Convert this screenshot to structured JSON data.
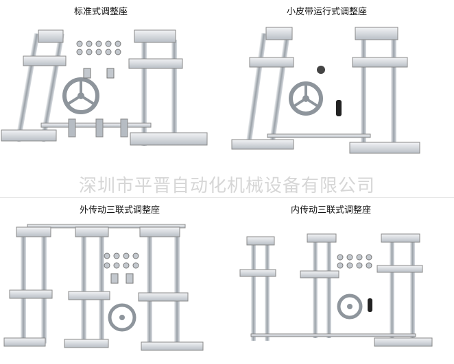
{
  "captions": {
    "top_left": "标准式调整座",
    "top_right": "小皮带运行式调整座",
    "bottom_left": "外传动三联式调整座",
    "bottom_right": "内传动三联式调整座"
  },
  "watermark": "深圳市平晋自动化机械设备有限公司",
  "colors": {
    "background": "#ffffff",
    "metal_light": "#d9dde2",
    "metal_mid": "#a9b0b8",
    "metal_dark": "#6e757d",
    "caption": "#111111",
    "watermark": "#d6d6d6"
  }
}
